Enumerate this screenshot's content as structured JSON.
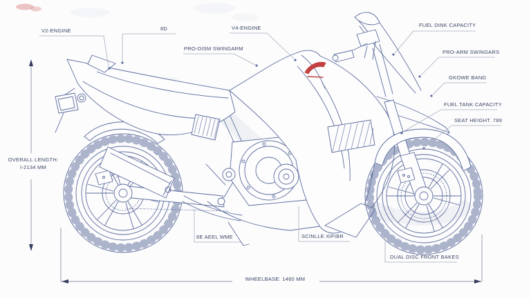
{
  "diagram": {
    "type": "motorcycle-blueprint",
    "subject": "sport-motorcycle-technical-diagram",
    "callouts": {
      "v2_engine": "V2-ENGINE",
      "xb": "8D",
      "v4_engine": "V4-ENGINE",
      "pro_dism_swingarm": "PRO-DISM SWINGARM",
      "fuel_dink_capacity": "FUEL DINK CAPACITY",
      "pro_arm_swingars": "PRO-ARM SWINGARS",
      "gkowe_band": "GKOWE BAND",
      "fuel_tank_capacity": "FUEL TANK CAPACITY",
      "seat_height": "SEAT HEIGHT. 789",
      "axle": "6E AEEL WME",
      "scinlle": "SCINLLE XIFIBR",
      "dual_disc": "DUAL DISC FRONT BAKES"
    },
    "dimensions": {
      "overall_length_line1": "OVERALL LENGTH:",
      "overall_length_line2": "I-2134 MM",
      "overall_length_mm": 2134,
      "wheelbase": "WHEELBASE: 1460 MM",
      "wheelbase_mm": 1460,
      "seat_height_value": 789
    },
    "icons": {
      "brand_logo": "honda-wing-logo"
    },
    "colors": {
      "background": "#fcfcfd",
      "line": "#5b6b9b",
      "label_text": "#3b4564",
      "leader": "#a7adbb",
      "dimension": "#8e94a4",
      "arrow": "#343c60",
      "logo_red": "#c24040",
      "watermark": "#ebedf1"
    }
  }
}
